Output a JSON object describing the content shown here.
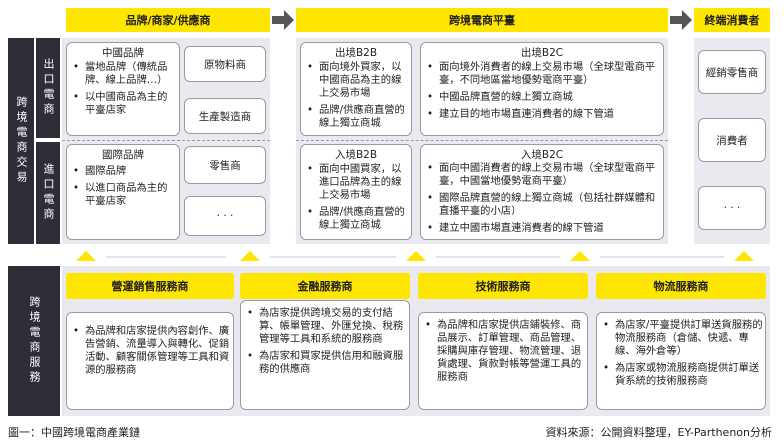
{
  "top_bar": {
    "brand_label": "品牌/商家/供應商",
    "platform_label": "跨境電商平臺",
    "consumer_label": "終端消費者"
  },
  "side": {
    "cross_border_trade": "跨境電商交易",
    "export": "出口電商",
    "import": "進口電商",
    "services": "跨境電商服務"
  },
  "export_row": {
    "china_brand_title": "中國品牌",
    "china_brand_items": [
      "當地品牌（傳統品牌、線上品牌…）",
      "以中國商品為主的平臺店家"
    ],
    "raw_material": "原物料商",
    "manufacturer": "生產製造商",
    "b2b_title": "出境B2B",
    "b2b_items": [
      "面向境外買家，以中國商品為主的線上交易市場",
      "品牌/供應商直營的線上獨立商城"
    ],
    "b2c_title": "出境B2C",
    "b2c_items": [
      "面向境外消費者的線上交易市場（全球型電商平臺，不同地區當地優勢電商平臺）",
      "中國品牌直營的線上獨立商城",
      "建立目的地市場直連消費者的線下管道"
    ],
    "consumer_retailer": "經銷零售商",
    "consumer": "消費者"
  },
  "import_row": {
    "intl_brand_title": "國際品牌",
    "intl_brand_items": [
      "國際品牌",
      "以進口商品為主的平臺店家"
    ],
    "retailer": "零售商",
    "ellipsis": "· · ·",
    "b2b_title": "入境B2B",
    "b2b_items": [
      "面向中國買家，以進口品牌為主的線上交易市場",
      "品牌/供應商直營的線上獨立商城"
    ],
    "b2c_title": "入境B2C",
    "b2c_items": [
      "面向中國消費者的線上交易市場（全球型電商平臺，中國當地優勢電商平臺）",
      "國際品牌直營的線上獨立商城（包括社群媒體和直播平臺的小店）",
      "建立中國市場直連消費者的線下管道"
    ],
    "consumer_ellipsis": "· · ·"
  },
  "services": [
    {
      "title": "營運銷售服務商",
      "items": [
        "為品牌和店家提供內容創作、廣告營銷、流量導入與轉化、促銷活動、顧客關係管理等工具和資源的服務商"
      ]
    },
    {
      "title": "金融服務商",
      "items": [
        "為店家提供跨境交易的支付結算、帳單管理、外匯兌換、稅務管理等工具和系統的服務商",
        "為店家和買家提供信用和融資服務的供應商"
      ]
    },
    {
      "title": "技術服務商",
      "items": [
        "為品牌和店家提供店鋪裝修、商品展示、訂單管理、商品管理、採購與庫存管理、物流管理、退貨處理、貨款對帳等營運工具的服務商"
      ]
    },
    {
      "title": "物流服務商",
      "items": [
        "為店家/平臺提供訂單送貨服務的物流服務商（倉儲、快遞、專線、海外倉等）",
        "為店家或物流服務商提供訂單送貨系統的技術服務商"
      ]
    }
  ],
  "caption": "圖一：中國跨境電商產業鏈",
  "source": "資料來源：公開資料整理，EY-Parthenon分析",
  "colors": {
    "accent_yellow": "#ffe600",
    "dark": "#2e2e38",
    "panel": "#e9e9ef"
  }
}
